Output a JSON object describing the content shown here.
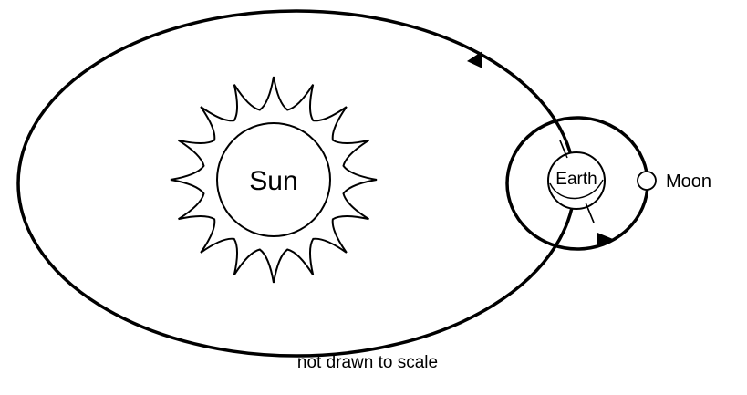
{
  "labels": {
    "sun": "Sun",
    "earth": "Earth",
    "moon": "Moon",
    "note": "not drawn to scale"
  },
  "colors": {
    "stroke": "#000000",
    "fill": "#ffffff"
  }
}
